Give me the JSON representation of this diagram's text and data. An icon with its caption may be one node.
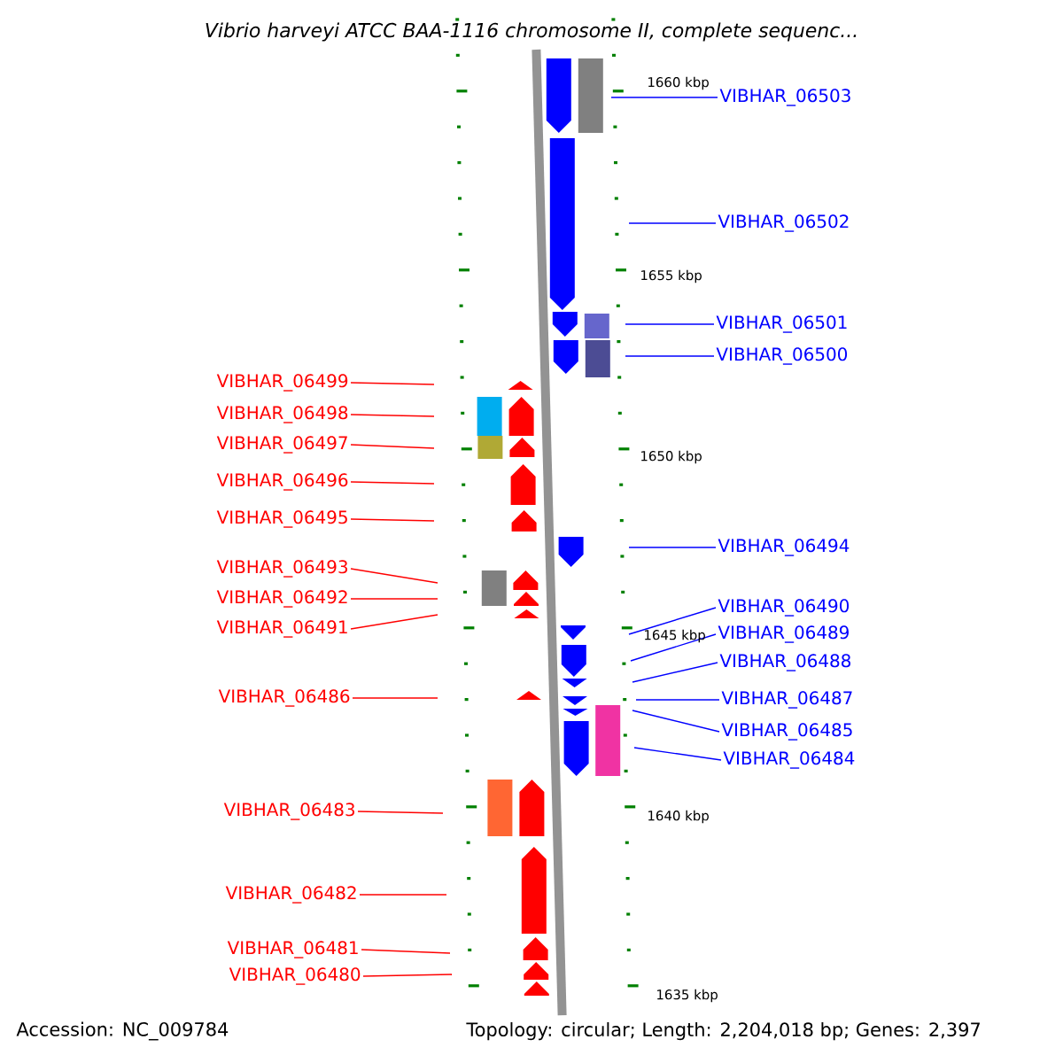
{
  "diagram": {
    "title": "Vibrio harveyi ATCC BAA-1116 chromosome II, complete sequenc...",
    "nodes": [
      {
        "text": [
          "VIBHAR_06499"
        ]
      },
      {
        "text": [
          "VIBHAR_06498"
        ]
      },
      {
        "text": [
          "VIBHAR_06497"
        ]
      },
      {
        "text": [
          "VIBHAR_06496"
        ]
      },
      {
        "text": [
          "VIBHAR_06495"
        ]
      },
      {
        "text": [
          "VIBHAR_06493"
        ]
      },
      {
        "text": [
          "VIBHAR_06492"
        ]
      },
      {
        "text": [
          "VIBHAR_06491"
        ]
      },
      {
        "text": [
          "VIBHAR_06486"
        ]
      },
      {
        "text": [
          "VIBHAR_06483"
        ]
      },
      {
        "text": [
          "VIBHAR_06482"
        ]
      },
      {
        "text": [
          "VIBHAR_06481"
        ]
      },
      {
        "text": [
          "VIBHAR_06480"
        ]
      },
      {
        "text": [
          "VIBHAR_06503"
        ]
      },
      {
        "text": [
          "VIBHAR_06502"
        ]
      },
      {
        "text": [
          "VIBHAR_06501"
        ]
      },
      {
        "text": [
          "VIBHAR_06500"
        ]
      },
      {
        "text": [
          "VIBHAR_06494"
        ]
      },
      {
        "text": [
          "VIBHAR_06490"
        ]
      },
      {
        "text": [
          "VIBHAR_06489"
        ]
      },
      {
        "text": [
          "VIBHAR_06488"
        ]
      },
      {
        "text": [
          "VIBHAR_06487"
        ]
      },
      {
        "text": [
          "VIBHAR_06485"
        ]
      },
      {
        "text": [
          "VIBHAR_06484"
        ]
      }
    ],
    "edges": [
      {
        "from": 0,
        "to": null,
        "arrow": "none"
      },
      {
        "from": 1,
        "to": null,
        "arrow": "none"
      },
      {
        "from": 2,
        "to": null,
        "arrow": "none"
      },
      {
        "from": 3,
        "to": null,
        "arrow": "none"
      },
      {
        "from": 4,
        "to": null,
        "arrow": "none"
      },
      {
        "from": 5,
        "to": null,
        "arrow": "none"
      },
      {
        "from": 6,
        "to": null,
        "arrow": "none"
      },
      {
        "from": 7,
        "to": null,
        "arrow": "none"
      },
      {
        "from": 8,
        "to": null,
        "arrow": "none"
      },
      {
        "from": 9,
        "to": null,
        "arrow": "none"
      },
      {
        "from": 10,
        "to": null,
        "arrow": "none"
      },
      {
        "from": 11,
        "to": null,
        "arrow": "none"
      },
      {
        "from": 12,
        "to": null,
        "arrow": "none"
      },
      {
        "from": 13,
        "to": null,
        "arrow": "none",
        "color": "#0000ff"
      },
      {
        "from": 14,
        "to": null,
        "arrow": "none",
        "color": "#0000ff"
      },
      {
        "from": 15,
        "to": null,
        "arrow": "none",
        "color": "#0000ff"
      },
      {
        "from": 16,
        "to": null,
        "arrow": "none",
        "color": "#0000ff"
      },
      {
        "from": 17,
        "to": null,
        "arrow": "none",
        "color": "#0000ff"
      },
      {
        "from": 18,
        "to": null,
        "arrow": "none",
        "color": "#0000ff"
      },
      {
        "from": 19,
        "to": null,
        "arrow": "none",
        "color": "#0000ff"
      },
      {
        "from": 20,
        "to": null,
        "arrow": "none",
        "color": "#0000ff"
      },
      {
        "from": 21,
        "to": null,
        "arrow": "none",
        "color": "#0000ff"
      },
      {
        "from": 22,
        "to": null,
        "arrow": "none",
        "color": "#0000ff"
      },
      {
        "from": 23,
        "to": null,
        "arrow": "none",
        "color": "#0000ff"
      }
    ],
    "labels": [
      "1660 kbp",
      "1655 kbp",
      "1650 kbp",
      "1645 kbp",
      "1640 kbp",
      "1635 kbp",
      "Accession: NC_009784",
      "Topology: circular; Length: 2,204,018 bp; Genes: 2,397"
    ]
  }
}
